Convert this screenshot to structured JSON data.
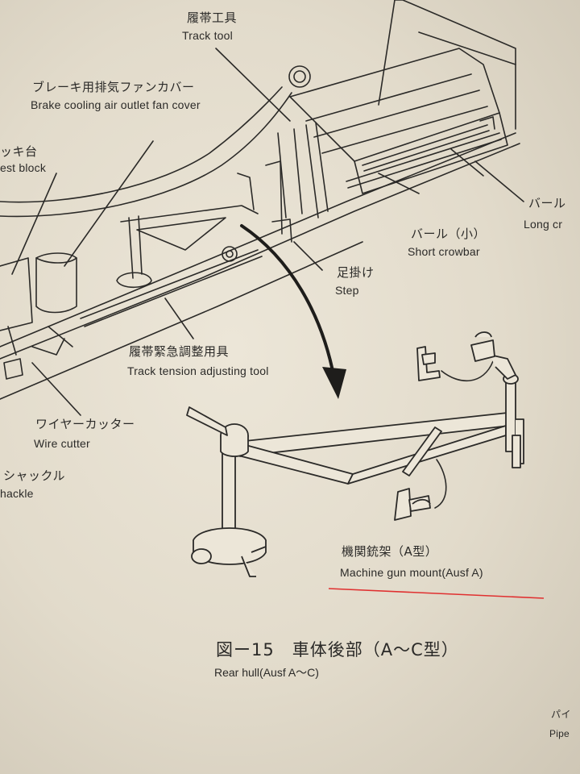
{
  "labels": {
    "track_tool": {
      "jp": "履帯工具",
      "en": "Track tool"
    },
    "brake_cover": {
      "jp": "ブレーキ用排気ファンカバー",
      "en": "Brake cooling air outlet fan cover"
    },
    "rest_block": {
      "jp": "ッキ台",
      "en": "est block"
    },
    "long_crowbar": {
      "jp": "バール",
      "en": "Long cr"
    },
    "short_crowbar": {
      "jp": "バール（小）",
      "en": "Short crowbar"
    },
    "step": {
      "jp": "足掛け",
      "en": "Step"
    },
    "tension_tool": {
      "jp": "履帯緊急調整用具",
      "en": "Track tension adjusting tool"
    },
    "wire_cutter": {
      "jp": "ワイヤーカッター",
      "en": "Wire cutter"
    },
    "shackle": {
      "jp": "シャックル",
      "en": "hackle"
    },
    "mg_mount": {
      "jp": "機関銃架（A型）",
      "en": "Machine gun mount(Ausf A)"
    },
    "pipe": {
      "jp": "パイ",
      "en": "Pipe"
    }
  },
  "caption": {
    "jp": "図ー15　車体後部（A〜C型）",
    "en": "Rear hull(Ausf A〜C)"
  },
  "colors": {
    "ink": "#2b2a28",
    "underline": "#e03030",
    "paper": "#e6dfcf"
  }
}
